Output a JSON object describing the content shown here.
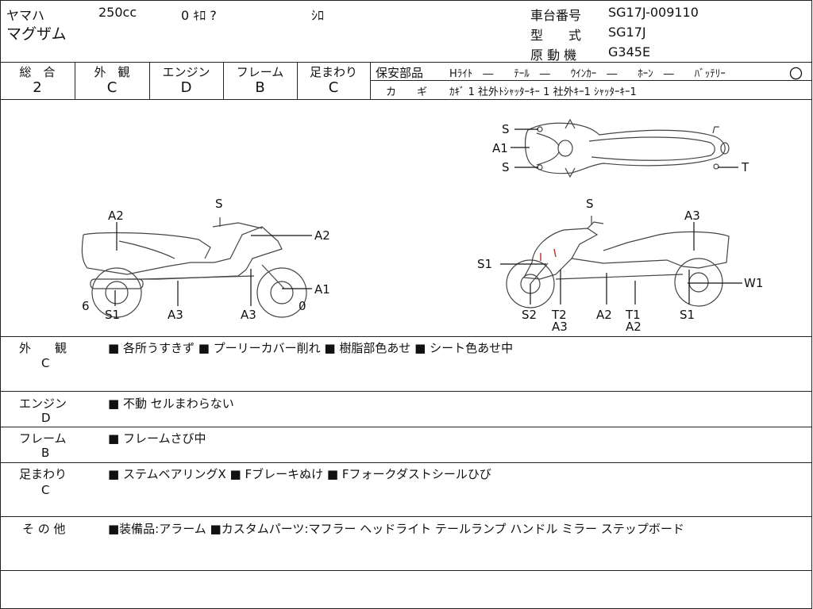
{
  "header": {
    "maker": "ヤマハ",
    "cc": "250cc",
    "mileage": "0 ｷﾛ ?",
    "color": "ｼﾛ",
    "model": "マグザム",
    "chassis_label": "車台番号",
    "chassis_value": "SG17J-009110",
    "type_label": "型　　式",
    "type_value": "SG17J",
    "engine_label": "原 動 機",
    "engine_value": "G345E"
  },
  "grades": [
    {
      "label": "総　合",
      "value": "2"
    },
    {
      "label": "外　観",
      "value": "C"
    },
    {
      "label": "エンジン",
      "value": "D"
    },
    {
      "label": "フレーム",
      "value": "B"
    },
    {
      "label": "足まわり",
      "value": "C"
    }
  ],
  "parts": {
    "title": "保安部品",
    "items": "Hﾗｲﾄ　―　　ﾃｰﾙ　―　　ｳｲﾝｶｰ　―　　ﾎｰﾝ　―　　ﾊﾞｯﾃﾘｰ",
    "battery_mark": "〇"
  },
  "keys": {
    "label": "カ　　ギ",
    "items": "ｶｷﾞ 1  社外ﾄｼｬｯﾀｰｷｰ 1  社外ｷｰ1  ｼｬｯﾀｰｷｰ1"
  },
  "diagram_labels": {
    "top_s1": "S",
    "top_a1": "A1",
    "top_s2": "S",
    "top_t": "T",
    "left_a2_rear": "A2",
    "left_s": "S",
    "left_a2_front": "A2",
    "left_a1": "A1",
    "left_6": "6",
    "left_s1": "S1",
    "left_a3_mid": "A3",
    "left_a3_front": "A3",
    "left_0": "0",
    "right_s": "S",
    "right_a3": "A3",
    "right_s1_front": "S1",
    "right_w1": "W1",
    "right_s2": "S2",
    "right_t2": "T2",
    "right_a3_b": "A3",
    "right_a2": "A2",
    "right_t1": "T1",
    "right_a2_b": "A2",
    "right_s1_rear": "S1"
  },
  "notes": [
    {
      "label": "外　　観",
      "grade": "C",
      "text": "■ 各所うすきず ■ プーリーカバー削れ ■ 樹脂部色あせ ■ シート色あせ中"
    },
    {
      "label": "エンジン",
      "grade": "D",
      "text": "■ 不動 セルまわらない"
    },
    {
      "label": "フレーム",
      "grade": "B",
      "text": "■ フレームさび中"
    },
    {
      "label": "足まわり",
      "grade": "C",
      "text": "■ ステムベアリングX ■ Fブレーキぬけ ■ Fフォークダストシールひび"
    },
    {
      "label": "そ の 他",
      "grade": "",
      "text": "■装備品:アラーム ■カスタムパーツ:マフラー ヘッドライト テールランプ ハンドル ミラー ステップボード"
    }
  ]
}
